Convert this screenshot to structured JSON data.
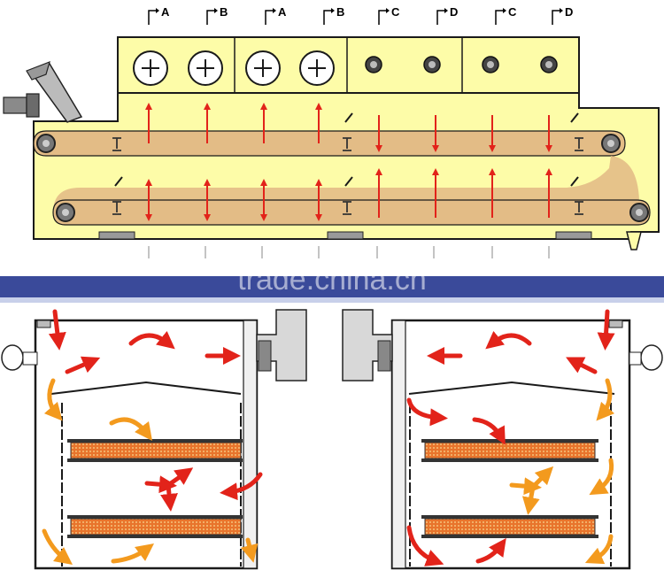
{
  "diagram": {
    "section_labels": [
      "A",
      "B",
      "A",
      "B",
      "C",
      "D",
      "C",
      "D"
    ],
    "watermark": "trade.china.cn",
    "colors": {
      "chamber_fill": "#fdfca8",
      "outline": "#1a1a1a",
      "conveyor": "#d9b07a",
      "arrow_red": "#e2231a",
      "arrow_orange": "#f39a1e",
      "tray_fill": "#e8742c",
      "divider_band": "#3a4a9a"
    },
    "fan_types": [
      "plus-fan",
      "plus-fan",
      "plus-fan",
      "plus-fan",
      "round-fan",
      "round-fan",
      "round-fan",
      "round-fan"
    ]
  }
}
